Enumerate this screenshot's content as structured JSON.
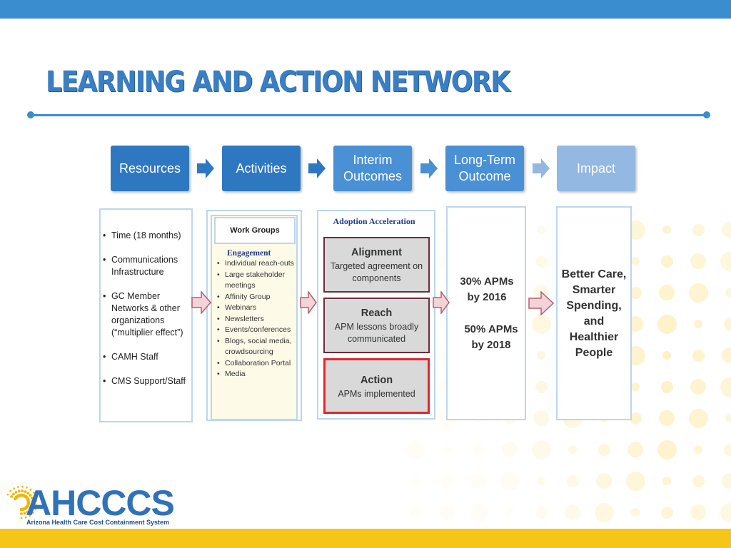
{
  "title": "LEARNING AND ACTION NETWORK",
  "stages": [
    {
      "label": "Resources"
    },
    {
      "label": "Activities"
    },
    {
      "label": "Interim Outcomes"
    },
    {
      "label": "Long-Term Outcome"
    },
    {
      "label": "Impact"
    }
  ],
  "resources": {
    "items": [
      "Time (18 months)",
      "Communications Infrastructure",
      "GC Member Networks & other organizations (“multiplier effect”)",
      "CAMH Staff",
      "CMS Support/Staff"
    ]
  },
  "activities": {
    "work_groups": "Work Groups",
    "engagement": "Engagement",
    "items": [
      "Individual reach-outs",
      "Large stakeholder meetings",
      "Affinity Group",
      "Webinars",
      "Newsletters",
      "Events/conferences",
      "Blogs, social media, crowdsourcing",
      "Collaboration Portal",
      "Media"
    ]
  },
  "interim": {
    "label": "Adoption Acceleration",
    "alignment": {
      "title": "Alignment",
      "desc": "Targeted agreement on components"
    },
    "reach": {
      "title": "Reach",
      "desc": "APM lessons broadly communicated"
    },
    "action": {
      "title": "Action",
      "desc": "APMs implemented"
    }
  },
  "long_term": {
    "goal1": "30% APMs by 2016",
    "goal2": "50% APMs by 2018"
  },
  "impact": {
    "text": "Better Care, Smarter Spending, and Healthier People"
  },
  "logo": {
    "name": "AHCCCS",
    "subtitle": "Arizona Health Care Cost Containment System"
  },
  "colors": {
    "accent_blue": "#3a8dcf",
    "title_blue": "#3a7fc4",
    "footer_yellow": "#f5c518",
    "action_border": "#e3262e"
  }
}
